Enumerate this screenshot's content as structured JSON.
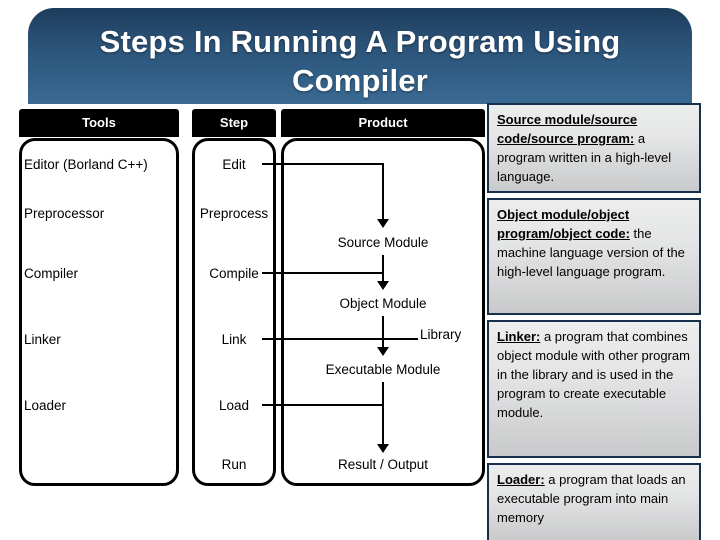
{
  "slide": {
    "title": "Steps In Running A Program Using Compiler",
    "background_top_color": "#0d1c2c",
    "background_bottom_color": "#8fb5d2",
    "title_plate_color": "#2a5176",
    "title_text_color": "#ffffff"
  },
  "table": {
    "headers": {
      "tools": "Tools",
      "step": "Step",
      "product": "Product"
    },
    "tools": [
      "Editor (Borland C++)",
      "Preprocessor",
      "Compiler",
      "Linker",
      "Loader"
    ],
    "steps": [
      "Edit",
      "Preprocess",
      "Compile",
      "Link",
      "Load",
      "Run"
    ],
    "products": [
      "Source Module",
      "Object Module",
      "Executable Module",
      "Result / Output"
    ],
    "library_label": "Library"
  },
  "definitions": [
    {
      "term": "Source module/source code/source program:",
      "text": " a program written in a high-level language."
    },
    {
      "term": "Object module/object program/object code:",
      "text": " the machine language version of the high-level language program."
    },
    {
      "term": "Linker:",
      "text": " a program that combines object module with other program in the library and is used in the program to create executable module."
    },
    {
      "term": "Loader:",
      "text": " a program that loads an executable program into main memory"
    }
  ]
}
